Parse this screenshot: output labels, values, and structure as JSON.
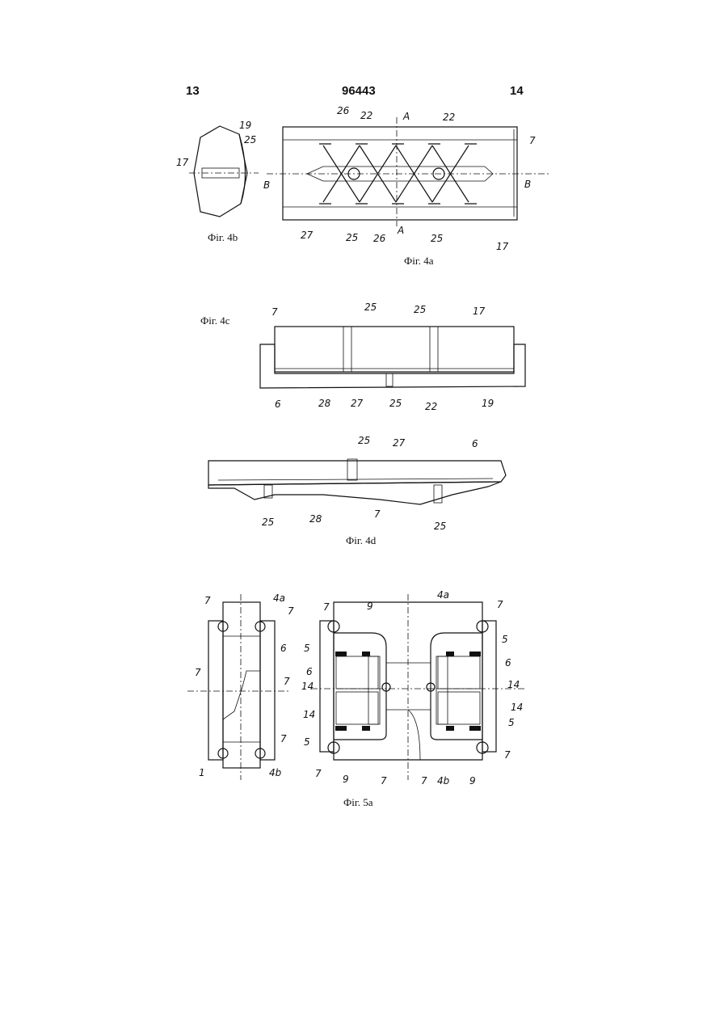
{
  "header": {
    "page_left": "13",
    "doc_number": "96443",
    "page_right": "14"
  },
  "captions": {
    "fig4a": "Фіг. 4а",
    "fig4b": "Фіг. 4b",
    "fig4c": "Фіг. 4с",
    "fig4d": "Фіг. 4d",
    "fig5a": "Фіг. 5а"
  },
  "fig4b_labels": {
    "l19": "19",
    "l25": "25",
    "l17": "17"
  },
  "fig4a_labels": {
    "l26a": "26",
    "l22a": "22",
    "lA1": "A",
    "l22b": "22",
    "l7": "7",
    "lB1": "B",
    "lB2": "B",
    "l27": "27",
    "l25a": "25",
    "l26b": "26",
    "lA2": "A",
    "l25b": "25",
    "l17": "17"
  },
  "fig4c_labels": {
    "l7": "7",
    "l25a": "25",
    "l25b": "25",
    "l17": "17",
    "l6": "6",
    "l28": "28",
    "l27": "27",
    "l25c": "25",
    "l22": "22",
    "l19": "19"
  },
  "fig4d_labels": {
    "l25a": "25",
    "l27": "27",
    "l6": "6",
    "l25b": "25",
    "l28": "28",
    "l7": "7",
    "l25c": "25"
  },
  "fig5a_left_labels": {
    "l7a": "7",
    "l4a": "4a",
    "l7b": "7",
    "l6": "6",
    "l7c": "7",
    "l7d": "7",
    "l7e": "7",
    "l1": "1",
    "l4b": "4b"
  },
  "fig5a_right_labels": {
    "l9a": "9",
    "l4a": "4a",
    "l7a": "7",
    "l7b": "7",
    "l5a": "5",
    "l5b": "5",
    "l6a": "6",
    "l6b": "6",
    "l14a": "14",
    "l14b": "14",
    "l14c": "14",
    "l14d": "14",
    "l5c": "5",
    "l5d": "5",
    "l7c": "7",
    "l7d": "7",
    "l9b": "9",
    "l7e": "7",
    "l7f": "7",
    "l4b": "4b",
    "l9c": "9"
  }
}
